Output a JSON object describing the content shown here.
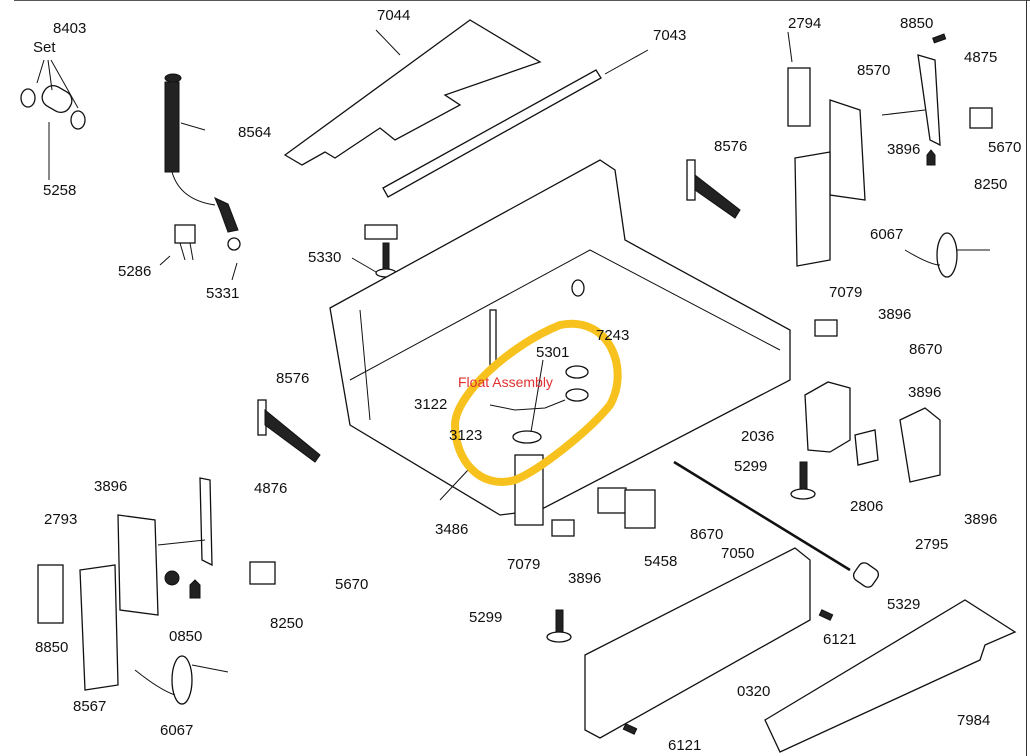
{
  "diagram": {
    "title": "Dishwasher base assembly exploded parts diagram",
    "highlight": {
      "label": "Float Assembly",
      "stroke_color": "#f7c21e",
      "label_color": "#e03030"
    },
    "set_label": "Set",
    "labels": {
      "l8403": "8403",
      "l5258": "5258",
      "l8564": "8564",
      "l7044": "7044",
      "l7043": "7043",
      "l5286": "5286",
      "l5331": "5331",
      "l5330": "5330",
      "l2794": "2794",
      "l8850a": "8850",
      "l4875": "4875",
      "l8570": "8570",
      "l8576a": "8576",
      "l5670a": "5670",
      "l3896a": "3896",
      "l8250a": "8250",
      "l6067a": "6067",
      "l7079a": "7079",
      "l3896b": "3896",
      "l8670a": "8670",
      "l7243": "7243",
      "l5301": "5301",
      "l8576b": "8576",
      "l3122": "3122",
      "l3123": "3123",
      "l3896c": "3896",
      "l2036": "2036",
      "l5299a": "5299",
      "l2806": "2806",
      "l2795": "2795",
      "l3896d": "3896",
      "l3896e": "3896",
      "l4876": "4876",
      "l2793": "2793",
      "l5670b": "5670",
      "l8250b": "8250",
      "l0850": "0850",
      "l8850b": "8850",
      "l8567": "8567",
      "l6067b": "6067",
      "l3486": "3486",
      "l7079b": "7079",
      "l3896f": "3896",
      "l5458": "5458",
      "l8670b": "8670",
      "l7050": "7050",
      "l5299b": "5299",
      "l5329": "5329",
      "l6121a": "6121",
      "l0320": "0320",
      "l7984": "7984",
      "l6121b": "6121"
    }
  }
}
